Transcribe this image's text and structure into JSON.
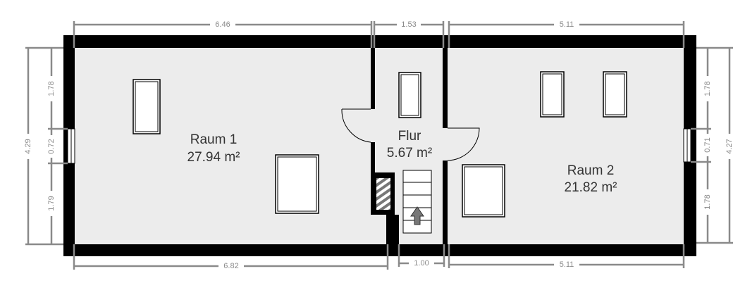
{
  "rooms": [
    {
      "name": "Raum 1",
      "area": "27.94 m²"
    },
    {
      "name": "Flur",
      "area": "5.67 m²"
    },
    {
      "name": "Raum 2",
      "area": "21.82 m²"
    }
  ],
  "dimensions": {
    "top": [
      "6.46",
      "1.53",
      "5.11"
    ],
    "bottom": [
      "6.82",
      "1.00",
      "5.11"
    ],
    "left_outer": "4.29",
    "left_inner": [
      "1.78",
      "0.72",
      "1.79"
    ],
    "right_outer": "4.27",
    "right_inner": [
      "1.78",
      "0.71",
      "1.78"
    ]
  },
  "colors": {
    "wall": "#000000",
    "floor": "#ececec",
    "dimension": "#8a8a8a"
  }
}
